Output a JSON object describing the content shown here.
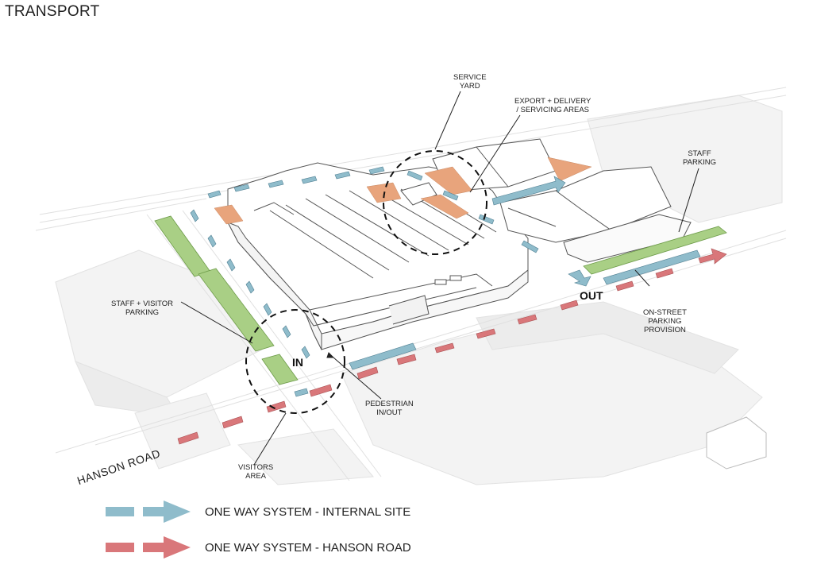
{
  "title": "TRANSPORT",
  "labels": {
    "service_yard": [
      "SERVICE",
      "YARD"
    ],
    "export_delivery": [
      "EXPORT + DELIVERY",
      "/ SERVICING AREAS"
    ],
    "staff_parking": [
      "STAFF",
      "PARKING"
    ],
    "staff_visitor_parking": [
      "STAFF + VISITOR",
      "PARKING"
    ],
    "on_street_parking": [
      "ON-STREET",
      "PARKING",
      "PROVISION"
    ],
    "pedestrian": [
      "PEDESTRIAN",
      "IN/OUT"
    ],
    "visitors_area": [
      "VISITORS",
      "AREA"
    ],
    "in": "IN",
    "out": "OUT",
    "road": "HANSON ROAD"
  },
  "legend": [
    {
      "text": "ONE WAY SYSTEM - INTERNAL SITE",
      "color": "#8fbccb"
    },
    {
      "text": "ONE WAY SYSTEM - HANSON ROAD",
      "color": "#d9777a"
    }
  ],
  "colors": {
    "internal": "#8fbccb",
    "road": "#d9777a",
    "parking": "#a9cf85",
    "service": "#e8a47c"
  }
}
